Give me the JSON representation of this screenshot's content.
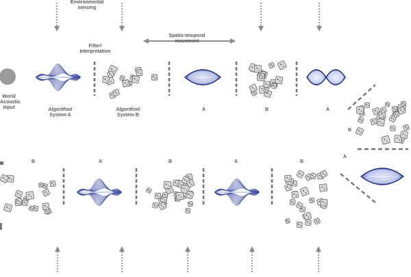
{
  "labels": {
    "environmental_sensing": "Environmental\nsensing",
    "filter_interpretation": "Filter/\nInterpretation",
    "spatio_temporal": "Spatio-temporal\nmovement",
    "world_acoustic_input": "World\nAcoustic\nInput",
    "algorithm_a": "Algorithm/\nSystem A",
    "algorithm_b": "Algorithm/\nSystem B"
  },
  "row1_tags": [
    "A",
    "B",
    "A"
  ],
  "branch_tags": [
    "B",
    "A"
  ],
  "row2_tags": [
    "B",
    "A",
    "B",
    "A",
    "B"
  ],
  "colors": {
    "line_blue": "#3a4aa0",
    "lens_fill": "#dfe4f8",
    "cluster": "#9a9a9a",
    "dash": "#777777",
    "arrow": "#8a8a8a"
  },
  "icons": {
    "source": "gray-circle-icon",
    "pattern_a": "blue-wave-pattern-icon",
    "pattern_b": "gray-cluster-icon"
  }
}
